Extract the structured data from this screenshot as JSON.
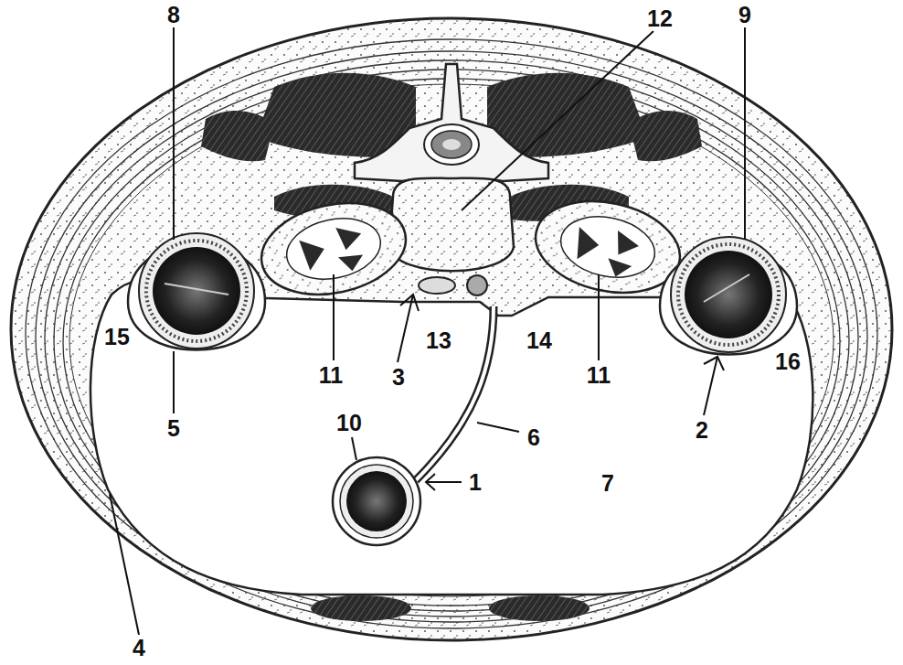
{
  "diagram": {
    "labels": [
      "8",
      "12",
      "9",
      "15",
      "13",
      "14",
      "16",
      "11",
      "3",
      "11",
      "10",
      "5",
      "2",
      "6",
      "1",
      "7",
      "4"
    ]
  }
}
